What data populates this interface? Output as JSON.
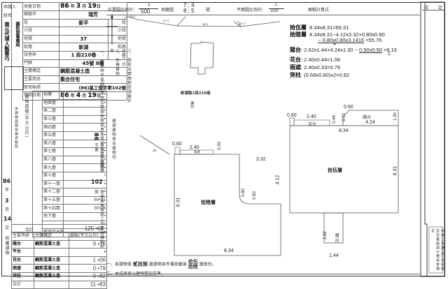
{
  "left_form": {
    "applicant_label": "申請人",
    "name_label": "姓名",
    "applicant_name_vertical": "南元代理人甄黎巧",
    "agent_vertical": "國防部軍備局",
    "survey_date_label": "測量日期",
    "survey_date": {
      "year": "86",
      "month": "3",
      "day": "19"
    },
    "location_rows": [
      {
        "label": "鄉鎮市",
        "value": "瑞芳"
      },
      {
        "label": "段",
        "value": "新平",
        "suffix": "段"
      },
      {
        "label": "小段",
        "value": "",
        "suffix": "小段"
      },
      {
        "label": "地號",
        "value": "37",
        "suffix": "地號"
      },
      {
        "label": "街路",
        "value": "新湖",
        "suffix": "街路"
      },
      {
        "label": "段巷弄",
        "value": "1 段210巷",
        "suffix": "弄"
      },
      {
        "label": "門牌",
        "value": "45號 8樓"
      }
    ],
    "structure_label": "主體構造",
    "structure_value": "鋼筋混凝土造",
    "use_label": "主要用途",
    "use_value": "集合住宅",
    "license_label": "使用執照",
    "license_value": "(86)基工使字第102號",
    "issue_date_label": "發照日期",
    "issue_date": {
      "year": "86",
      "month": "4",
      "day": "19"
    },
    "floor_area_title": "建物面積(平方公尺)",
    "floor_rows": [
      {
        "label": "騎樓",
        "value": "•"
      },
      {
        "label": "地面層",
        "value": "•"
      },
      {
        "label": "第二層",
        "value": "•"
      },
      {
        "label": "第三層",
        "value": "•"
      },
      {
        "label": "第四層",
        "value": "•"
      },
      {
        "label": "第五層",
        "value": "•"
      },
      {
        "label": "第六層",
        "value": "•"
      },
      {
        "label": "第七層",
        "value": "•"
      },
      {
        "label": "第八層",
        "value": "•"
      },
      {
        "label": "第九層",
        "value": "•"
      },
      {
        "label": "第十層",
        "value": "•"
      },
      {
        "label": "第十一層",
        "value": "•"
      },
      {
        "label": "第十二層",
        "value": "•"
      },
      {
        "label": "第十五層",
        "value": "69•31"
      },
      {
        "label": "第十四層",
        "value": "55•76"
      },
      {
        "label": "地下層",
        "value": "•"
      },
      {
        "label": "",
        "value": "•"
      },
      {
        "label": "屋頂突出物",
        "value": "•"
      }
    ],
    "total_label": "合計",
    "total_value": "125 •07",
    "application_date_vertical": {
      "year": "86",
      "month": "3",
      "day": "14"
    },
    "annex_header": [
      "主要用途",
      "主體構造",
      "面積(平方公尺)"
    ],
    "annex_rows": [
      {
        "use": "陽台",
        "structure": "鋼筋混凝土造",
        "area": "9 •16"
      },
      {
        "use": "平台",
        "structure": "",
        "area": "•"
      },
      {
        "use": "花台",
        "structure": "鋼筋混凝土造",
        "area": "1 •06"
      },
      {
        "use": "雨遮",
        "structure": "鋼筋混凝土造",
        "area": "0 •79"
      },
      {
        "use": "突柱",
        "structure": "鋼筋混凝土造",
        "area": "0 •82"
      }
    ],
    "annex_total_label": "合計",
    "annex_total_value": "11 •83",
    "annex_side_label": "附屬建物"
  },
  "header": {
    "location_scale_label": "位置圖比例尺：",
    "location_scale": {
      "num": "1",
      "den": "500"
    },
    "cadastral_label": "地籍圖",
    "sheet_number": {
      "top": "7 ; 4",
      "bottom": "8 ; 5"
    },
    "sheet_suffix": "號",
    "plan_scale_label": "平面圖比例尺：",
    "plan_scale": {
      "num": "1",
      "den": "100"
    },
    "area_calc_label": "面積計算式"
  },
  "notes_vertical": {
    "note1": "一、本建物平面圖及建物位置圖依照使用執照竣工平面圖轉繪",
    "note2": "二、本棟建物與",
    "note3": "三、經依法實施勘查測量於 年 月 日",
    "note4": "建號建物與本建物同",
    "license_year": "86",
    "license_text": "年總基工建使字第",
    "license_no": "102",
    "license_tail": "號使用執照竣工平面圖轉繪計算"
  },
  "location_map": {
    "road_labels": [
      "44-5",
      "37-4",
      "38-3",
      "37-4"
    ],
    "address": "新湖路1段210巷",
    "lot_label": "建",
    "lot_number": "37",
    "angle_label": "45"
  },
  "calculations": [
    {
      "label": "拾伍層",
      "formula": "8.34x8.31=69.31"
    },
    {
      "label": "拾陸層",
      "formula": "8.34x8.31−4.12x3.32+0.80x0.80",
      "formula2": "− 0.80x0.80x3.1416",
      "divisor": "4",
      "result": "=55.76"
    },
    {
      "label": "陽台",
      "formula": "2.62x1.44+4.24x1.30 − ",
      "frac_top": "0.50x0.50",
      "frac_bottom": "2",
      "result": "=9.16"
    },
    {
      "label": "花台",
      "formula": "2.40x0.44=1.06"
    },
    {
      "label": "雨遮",
      "formula": "2.40x0.33=0.79"
    },
    {
      "label": "突柱",
      "formula": "(0.68x0.60)x2=0.82"
    }
  ],
  "floor16_plan": {
    "label": "拾陸層",
    "dims": {
      "top_col": "0.60",
      "planter_w": "2.40",
      "canopy_h": "0.33",
      "notch_w": "3.32",
      "notch_h": "4.12",
      "radius_a": "0.80",
      "radius_b": "0.80",
      "height": "8.31",
      "width": "8.34"
    },
    "canopy_label": "雨遮",
    "angle": "45"
  },
  "floor15_plan": {
    "label": "拾伍層",
    "dims": {
      "col": "0.60",
      "planter_w": "2.40",
      "planter_h": "0.44",
      "bevel": "0.50",
      "bevel_h": "0.50",
      "balcony_w": "4.24",
      "balcony_h": "1.30",
      "width": "8.34",
      "height": "8.31",
      "south_balcony_h": "2.62",
      "south_balcony_w": "1.44"
    },
    "planter_label": "花台",
    "balcony_label": "陽台",
    "south_balcony_label": "陽台"
  },
  "footer_notes": {
    "line1_prefix": "一、本建物係",
    "line1_floors": "貳拾捌",
    "line1_mid": "層建物本件僅測量第",
    "line1_target_a": "拾伍",
    "line1_target_b": "拾陸",
    "line1_suffix": "層部份。",
    "line2": "二、本成果表以建物登記為準。"
  },
  "right_strip": {
    "header_a": "校",
    "header_b": "定",
    "bottom_note": "依據土管課(室)本府核定及實施測分層員會規定"
  }
}
